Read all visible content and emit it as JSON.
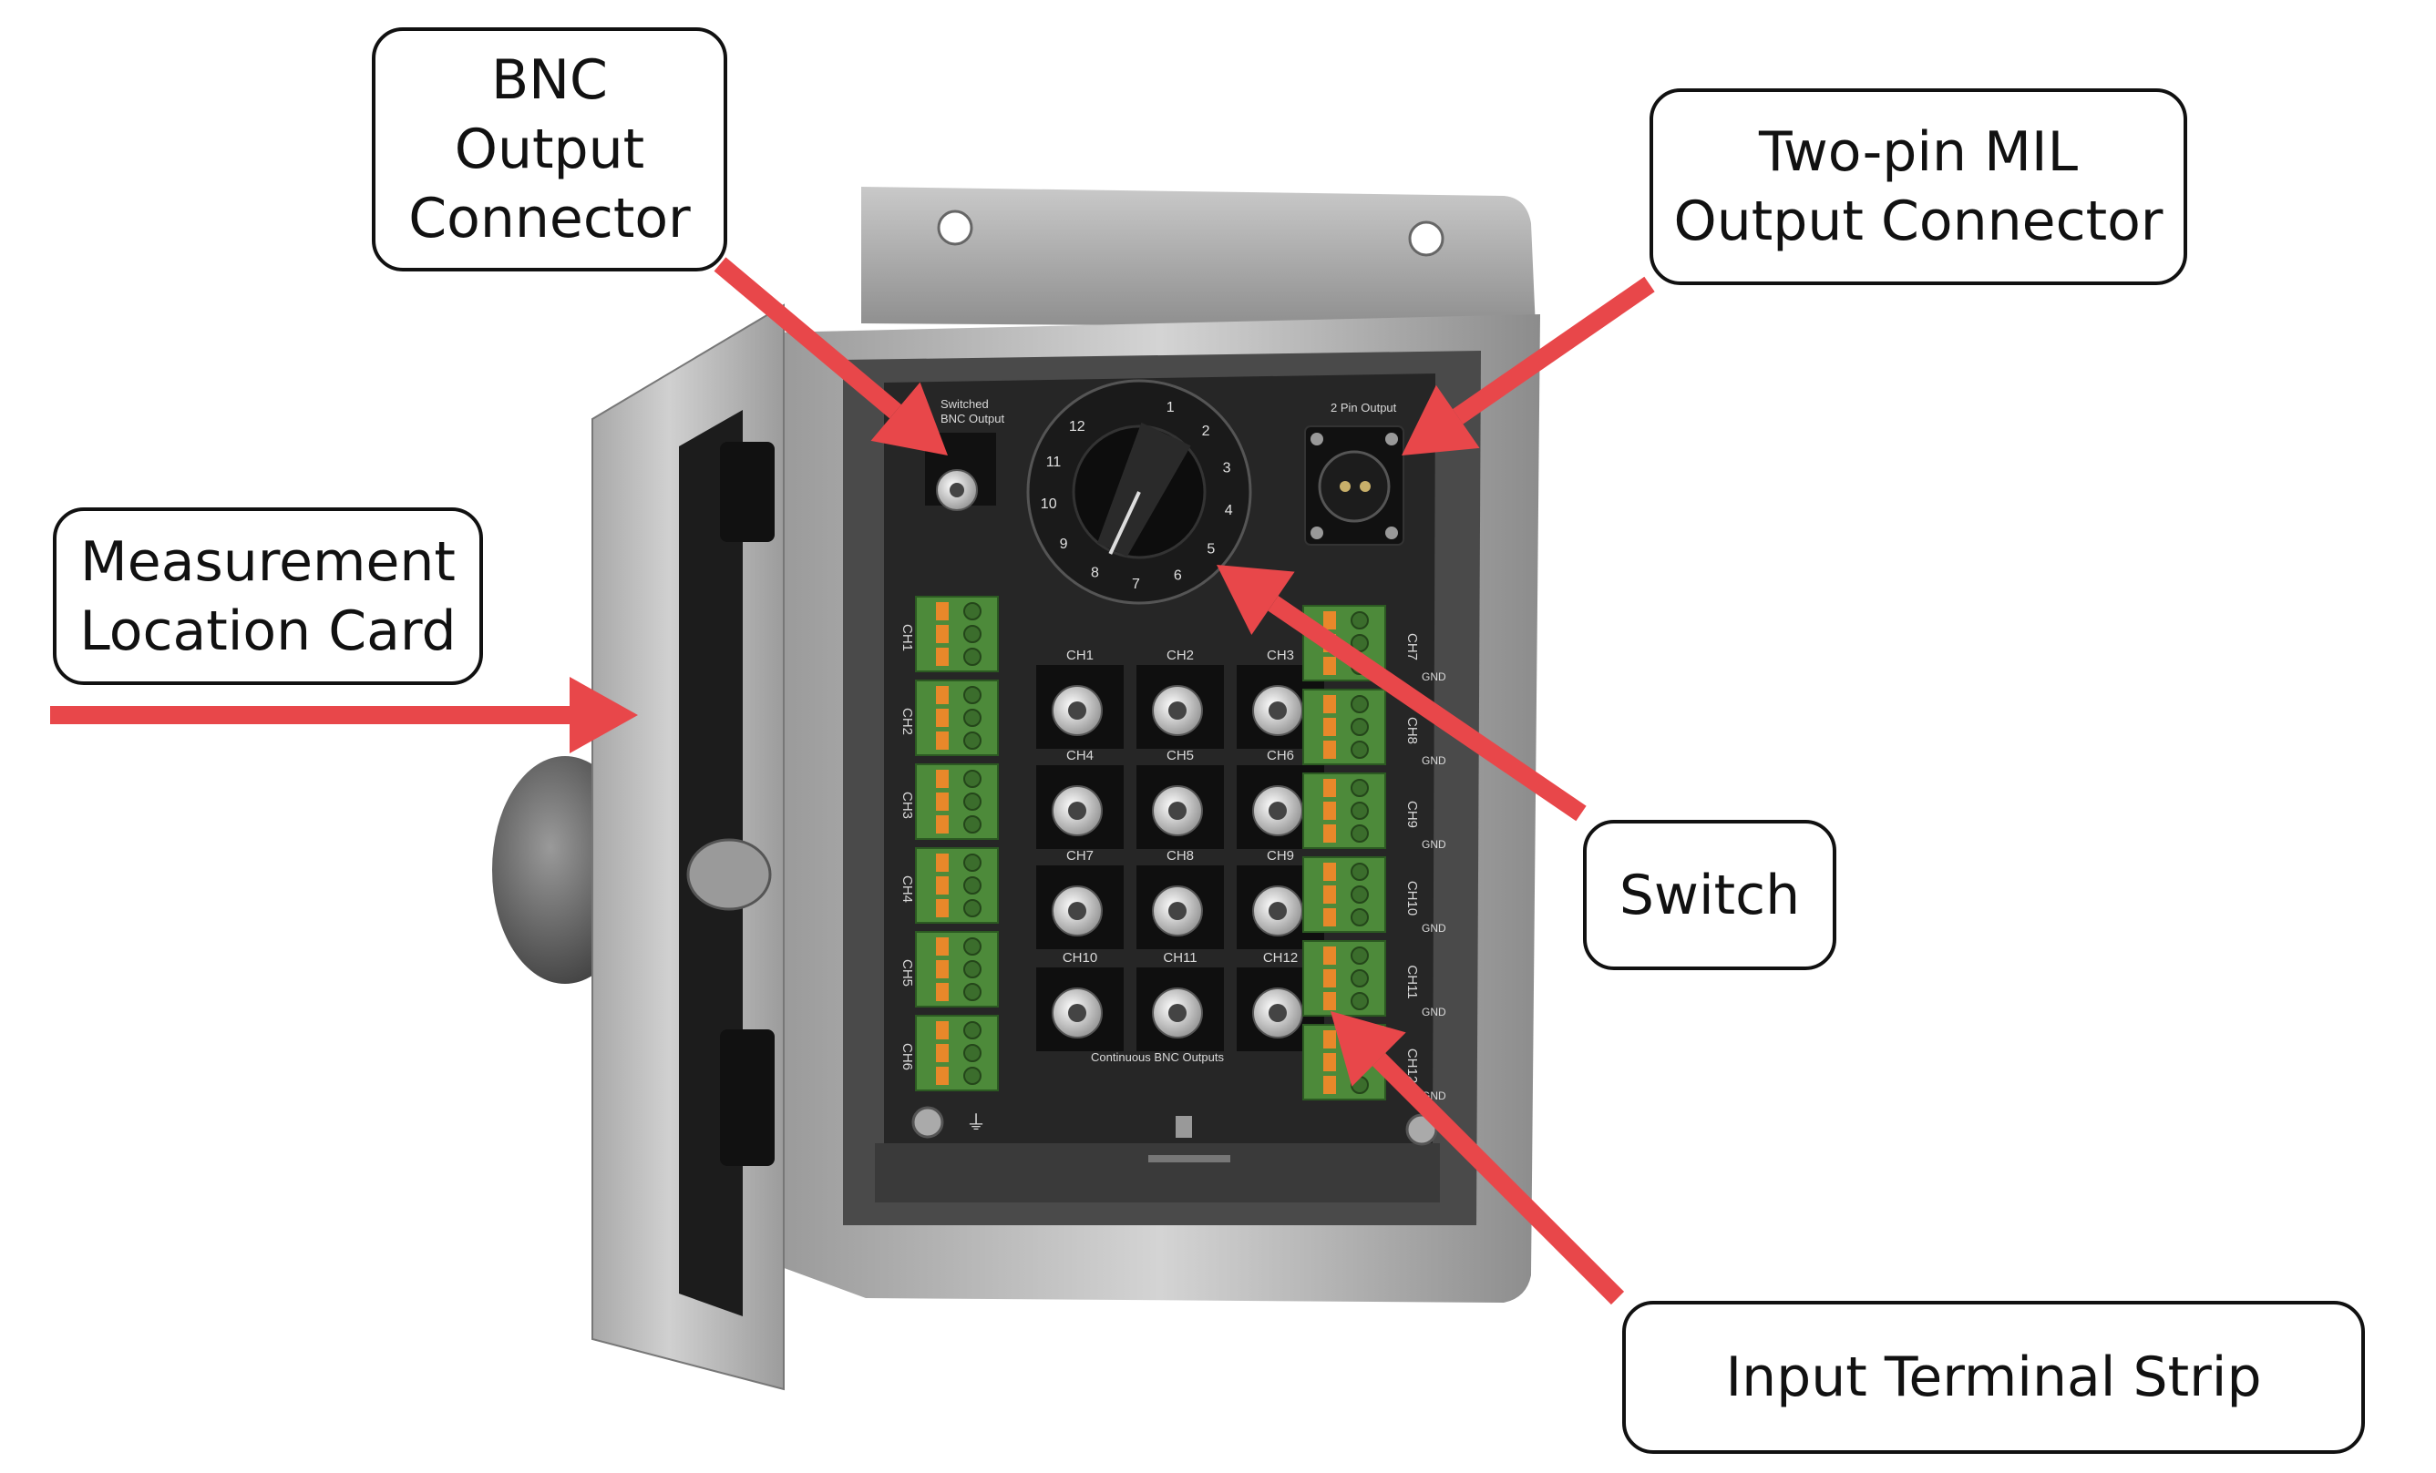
{
  "callouts": {
    "bnc_output": "BNC\nOutput\nConnector",
    "mil_output": "Two-pin MIL\nOutput Connector",
    "location_card": "Measurement\nLocation Card",
    "switch": "Switch",
    "input_strip": "Input Terminal Strip"
  },
  "board": {
    "switched_bnc_label": "Switched\nBNC Output",
    "two_pin_label": "2 Pin Output",
    "continuous_label": "Continuous BNC Outputs",
    "dial_numbers": [
      "1",
      "2",
      "3",
      "4",
      "5",
      "6",
      "7",
      "8",
      "9",
      "10",
      "11",
      "12"
    ],
    "bnc_channels": [
      "CH1",
      "CH2",
      "CH3",
      "CH4",
      "CH5",
      "CH6",
      "CH7",
      "CH8",
      "CH9",
      "CH10",
      "CH11",
      "CH12"
    ],
    "left_strip": [
      "CH1",
      "CH2",
      "CH3",
      "CH4",
      "CH5",
      "CH6"
    ],
    "right_strip": [
      "CH7",
      "CH8",
      "CH9",
      "CH10",
      "CH11",
      "CH12"
    ],
    "gnd_label": "GND"
  },
  "colors": {
    "arrow": "#e8474a",
    "board": "#262626",
    "terminal_green": "#4d8a3a",
    "terminal_orange": "#e8882a",
    "steel": "#b8b8b8"
  }
}
